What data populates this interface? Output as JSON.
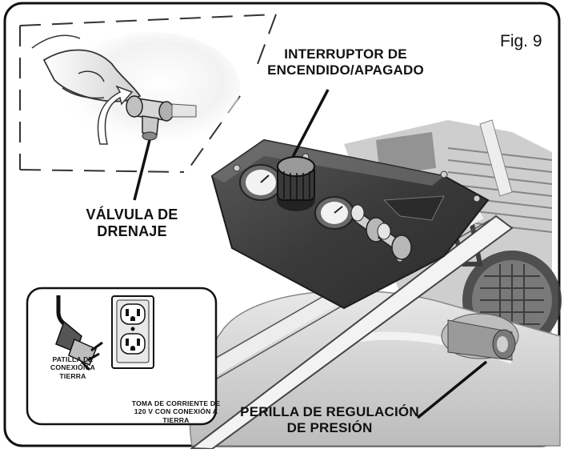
{
  "figure_label": "Fig. 9",
  "labels": {
    "power_switch": [
      "INTERRUPTOR DE",
      "ENCENDIDO/APAGADO"
    ],
    "drain_valve": [
      "VÁLVULA DE",
      "DRENAJE"
    ],
    "pressure_knob": [
      "PERILLA DE REGULACIÓN",
      "DE PRESIÓN"
    ],
    "ground_pin": [
      "PATILLA DE",
      "CONEXIÓN A",
      "TIERRA"
    ],
    "outlet": [
      "TOMA DE CORRIENTE DE",
      "120 V CON CONEXIÓN A",
      "TIERRA"
    ]
  },
  "colors": {
    "frame": "#111111",
    "panel": "#3f3f3f",
    "metal": "#d9d9d9",
    "background": "#ffffff"
  },
  "icons": [
    "hand-icon",
    "drain-valve-icon",
    "power-knob-icon",
    "pressure-gauge-icon",
    "quick-coupler-icon",
    "plug-icon",
    "outlet-icon"
  ]
}
